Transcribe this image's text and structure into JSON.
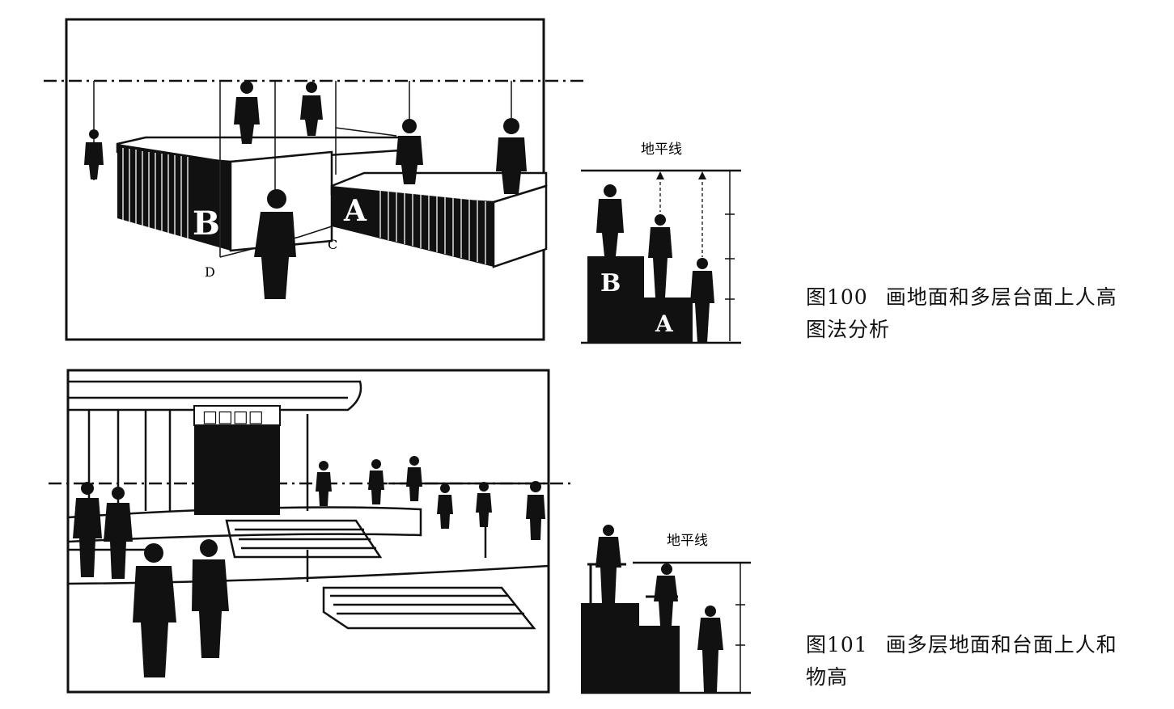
{
  "figure100": {
    "number": "图100",
    "title_line1": "画地面和多层台面上人高",
    "title_line2": "图法分析",
    "horizon_label": "地平线",
    "platform_labels": {
      "b": "B",
      "a": "A"
    },
    "point_labels": {
      "c": "C",
      "d": "D"
    }
  },
  "figure101": {
    "number": "图101",
    "title_line1": "画多层地面和台面上人和",
    "title_line2": "物高",
    "horizon_label": "地平线",
    "sign_text": "□□□□"
  },
  "colors": {
    "ink": "#111111",
    "paper": "#ffffff"
  }
}
